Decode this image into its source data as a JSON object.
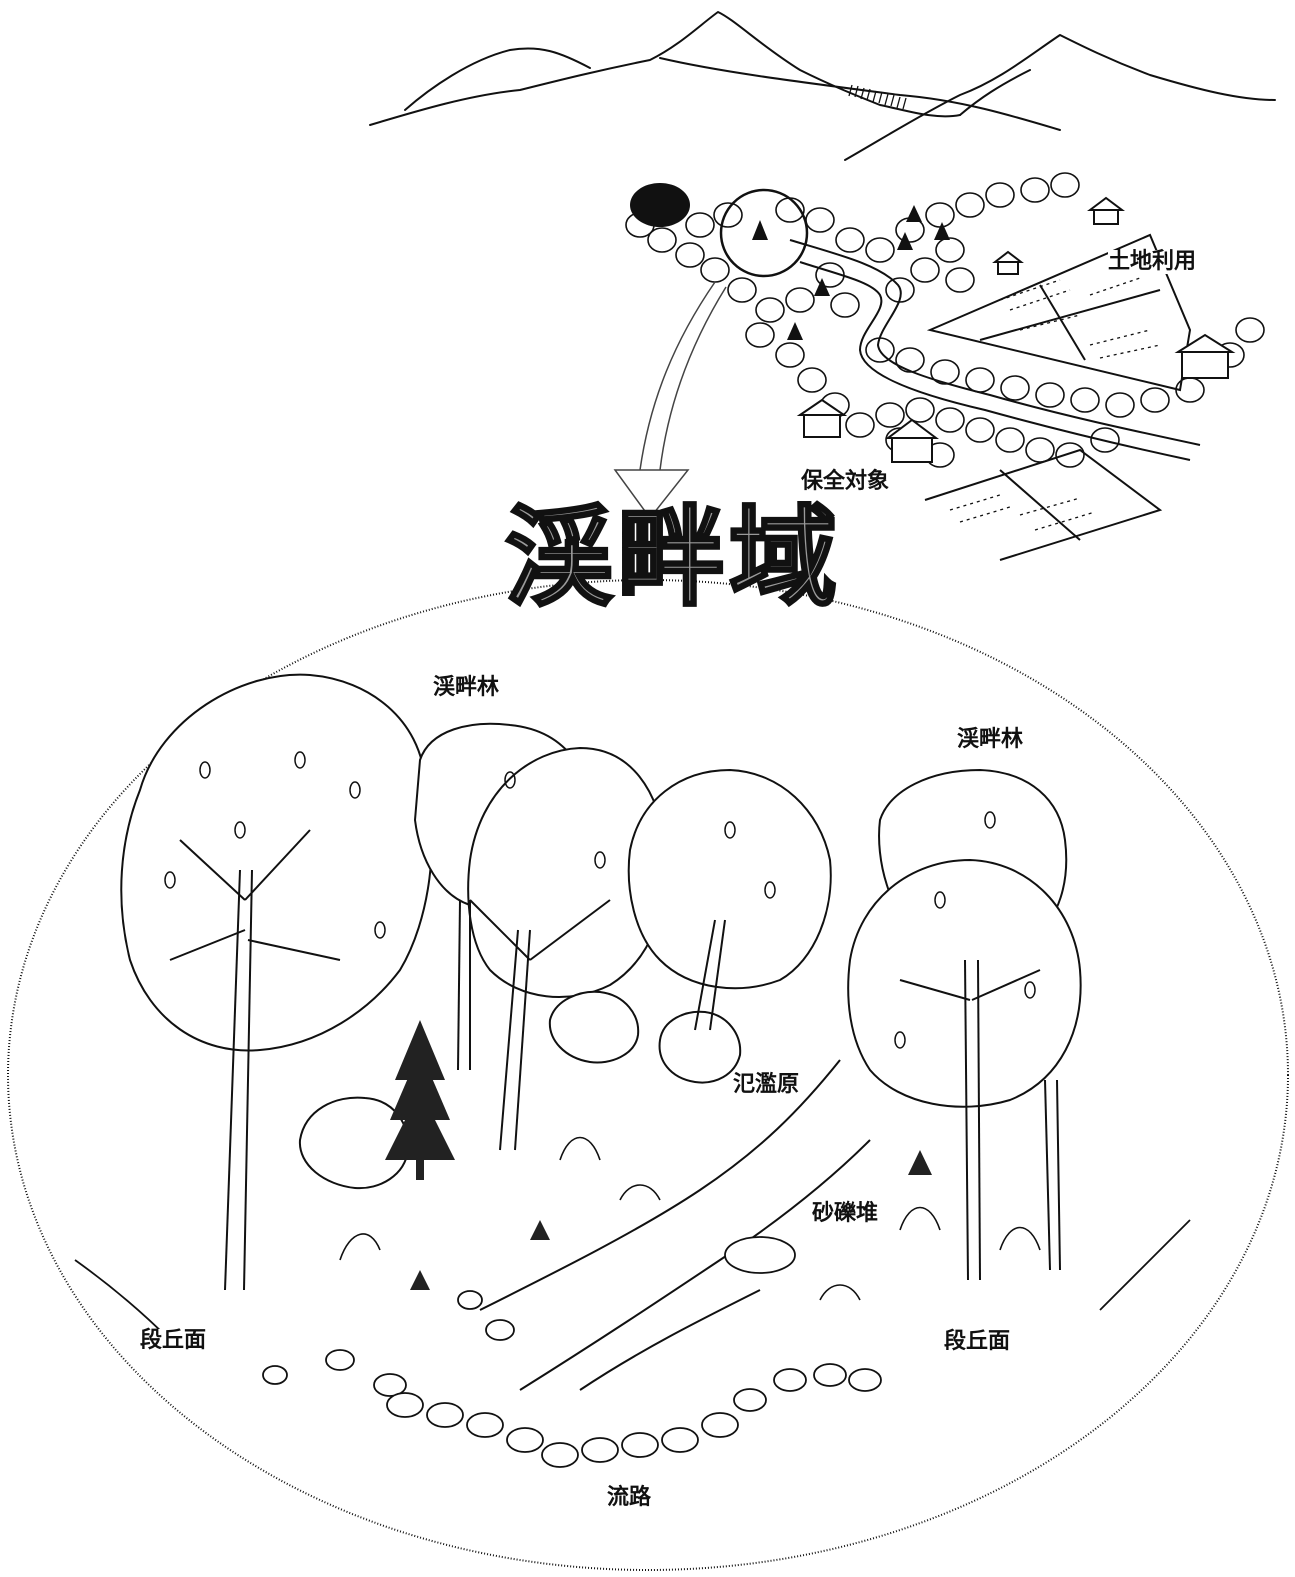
{
  "title": "渓畔域",
  "labels": {
    "land_use": "土地利用",
    "protected_objects": "保全対象",
    "riparian_forest_left": "渓畔林",
    "riparian_forest_right": "渓畔林",
    "floodplain": "氾濫原",
    "gravel_bar": "砂礫堆",
    "terrace_left": "段丘面",
    "terrace_right": "段丘面",
    "channel": "流路"
  },
  "colors": {
    "ink": "#111111",
    "title_fill": "#9a9a9a",
    "background": "#ffffff"
  }
}
